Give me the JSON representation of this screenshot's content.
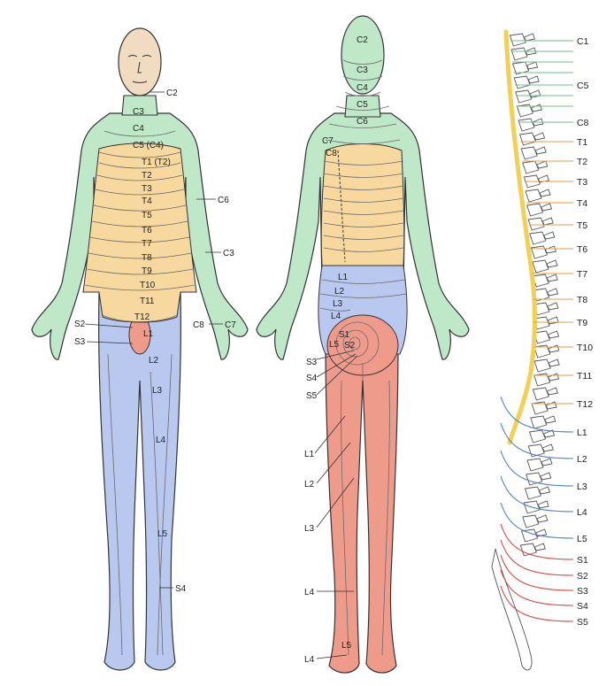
{
  "colors": {
    "cervical": "#bfe8c8",
    "thoracic": "#f7d9a0",
    "lumbar": "#b9c8ef",
    "sacral": "#ef9b8c",
    "cord": "#f2cf55",
    "bone": "#ffffff",
    "line_cervical": "#6fbf8a",
    "line_thoracic": "#e59a4a",
    "line_lumbar": "#4b7ed0",
    "line_sacral": "#d9443d",
    "skin": "#f1dcc2",
    "outline": "#333333"
  },
  "front": {
    "labels": [
      "C2",
      "C3",
      "C4",
      "C5 (C4)",
      "T1 (T2)",
      "T2",
      "T3",
      "T4",
      "T5",
      "T6",
      "T7",
      "T8",
      "T9",
      "T10",
      "T11",
      "T12",
      "L1",
      "L2",
      "L3",
      "L4",
      "L5",
      "S2",
      "S3",
      "C6",
      "C3",
      "C8",
      "C7",
      "S4"
    ]
  },
  "back": {
    "labels": [
      "C2",
      "C3",
      "C4",
      "C5",
      "C6",
      "C7",
      "C8",
      "L1",
      "L2",
      "L3",
      "L4",
      "L5",
      "S1",
      "S2",
      "S3",
      "S4",
      "S5",
      "L1",
      "L2",
      "L3",
      "L4",
      "L5",
      "L4"
    ]
  },
  "spine": {
    "levels": [
      "C1",
      "C5",
      "C8",
      "T1",
      "T2",
      "T3",
      "T4",
      "T5",
      "T6",
      "T7",
      "T8",
      "T9",
      "T10",
      "T11",
      "T12",
      "L1",
      "L2",
      "L3",
      "L4",
      "L5",
      "S1",
      "S2",
      "S3",
      "S4",
      "S5"
    ]
  }
}
